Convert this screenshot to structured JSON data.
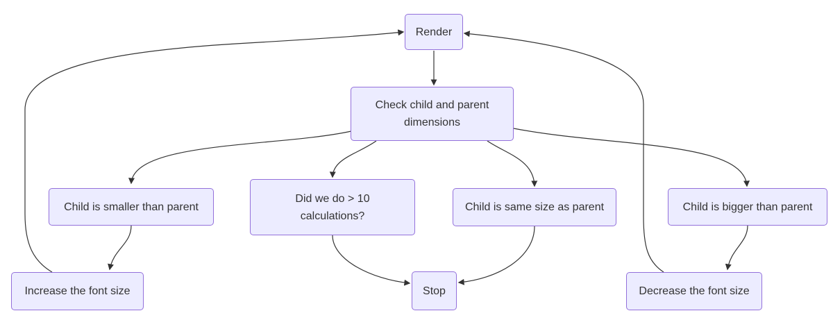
{
  "diagram": {
    "type": "flowchart",
    "direction": "top-down",
    "colors": {
      "background": "#ffffff",
      "node_fill": "#ECECFF",
      "node_border": "#9370DB",
      "edge": "#333333",
      "text": "#333333"
    },
    "nodes": {
      "render": {
        "label": "Render"
      },
      "check": {
        "label": "Check child and parent dimensions"
      },
      "smaller": {
        "label": "Child is smaller than parent"
      },
      "calculations": {
        "label": "Did we do > 10 calculations?"
      },
      "same": {
        "label": "Child is same size as parent"
      },
      "bigger": {
        "label": "Child is bigger than parent"
      },
      "increase": {
        "label": "Increase the font size"
      },
      "stop": {
        "label": "Stop"
      },
      "decrease": {
        "label": "Decrease the font size"
      }
    },
    "edges": [
      {
        "from": "render",
        "to": "check"
      },
      {
        "from": "check",
        "to": "smaller"
      },
      {
        "from": "check",
        "to": "calculations"
      },
      {
        "from": "check",
        "to": "same"
      },
      {
        "from": "check",
        "to": "bigger"
      },
      {
        "from": "smaller",
        "to": "increase"
      },
      {
        "from": "calculations",
        "to": "stop"
      },
      {
        "from": "same",
        "to": "stop"
      },
      {
        "from": "bigger",
        "to": "decrease"
      },
      {
        "from": "increase",
        "to": "render"
      },
      {
        "from": "decrease",
        "to": "render"
      }
    ]
  }
}
